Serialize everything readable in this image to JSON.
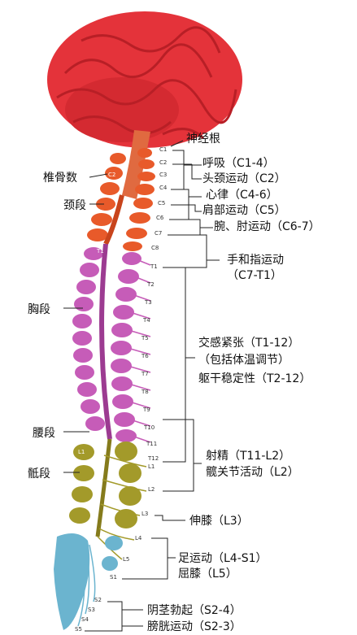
{
  "labels": {
    "nerve_root": "神经根",
    "vertebra_count": "椎骨数",
    "cervical": "颈段",
    "thoracic": "胸段",
    "lumbar": "腰段",
    "sacral": "骶段"
  },
  "vertebrae": {
    "cervical": [
      "C1",
      "C2",
      "C3",
      "C4",
      "C5",
      "C6",
      "C7",
      "C8"
    ],
    "thoracic": [
      "T1",
      "T2",
      "T3",
      "T4",
      "T5",
      "T6",
      "T7",
      "T8",
      "T9",
      "T10",
      "T11",
      "T12"
    ],
    "lumbar": [
      "L1",
      "L2",
      "L3",
      "L4",
      "L5"
    ],
    "sacral": [
      "S1",
      "S2",
      "S3",
      "S4",
      "S5"
    ],
    "left_markers": [
      "C2",
      "T1",
      "L1",
      "S1"
    ]
  },
  "functions": [
    {
      "line1": "呼吸（C1-4）"
    },
    {
      "line1": "头颈运动（C2）"
    },
    {
      "line1": "心律（C4-6）"
    },
    {
      "line1": "肩部运动（C5）"
    },
    {
      "line1": "腕、肘运动（C6-7）"
    },
    {
      "line1": "手和指运动",
      "line2": "（C7-T1）"
    },
    {
      "line1": "交感紧张（T1-12）",
      "line2": "（包括体温调节）",
      "line3": "躯干稳定性（T2-12）"
    },
    {
      "line1": "射精（T11-L2）",
      "line2": "髋关节活动（L2）"
    },
    {
      "line1": "伸膝（L3）"
    },
    {
      "line1": "足运动（L4-S1）",
      "line2": "屈膝（L5）"
    },
    {
      "line1": "阴茎勃起（S2-4）",
      "line2": "膀胱运动（S2-3）"
    }
  ],
  "colors": {
    "brain": "#e4333a",
    "cervical": "#e85a2a",
    "thoracic": "#c65cb8",
    "lumbar": "#a39a2a",
    "sacral": "#6bb4cf"
  }
}
